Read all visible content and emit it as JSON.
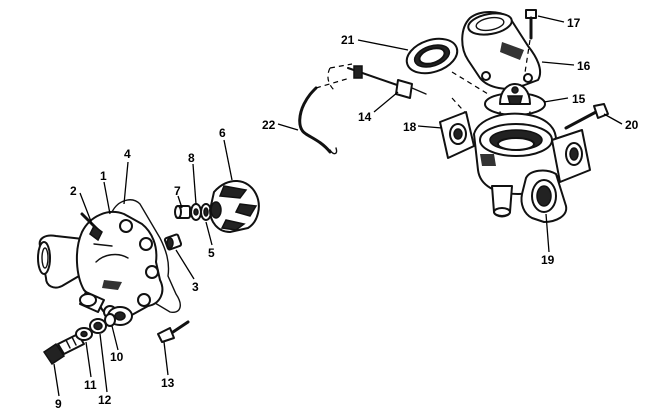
{
  "callouts": [
    {
      "id": "1",
      "label": "1"
    },
    {
      "id": "2",
      "label": "2"
    },
    {
      "id": "3",
      "label": "3"
    },
    {
      "id": "4",
      "label": "4"
    },
    {
      "id": "5",
      "label": "5"
    },
    {
      "id": "6",
      "label": "6"
    },
    {
      "id": "7",
      "label": "7"
    },
    {
      "id": "8",
      "label": "8"
    },
    {
      "id": "9",
      "label": "9"
    },
    {
      "id": "10",
      "label": "10"
    },
    {
      "id": "11",
      "label": "11"
    },
    {
      "id": "12",
      "label": "12"
    },
    {
      "id": "13",
      "label": "13"
    },
    {
      "id": "14",
      "label": "14"
    },
    {
      "id": "15",
      "label": "15"
    },
    {
      "id": "16",
      "label": "16"
    },
    {
      "id": "17",
      "label": "17"
    },
    {
      "id": "18",
      "label": "18"
    },
    {
      "id": "19",
      "label": "19"
    },
    {
      "id": "20",
      "label": "20"
    },
    {
      "id": "21",
      "label": "21"
    },
    {
      "id": "22",
      "label": "22"
    }
  ]
}
